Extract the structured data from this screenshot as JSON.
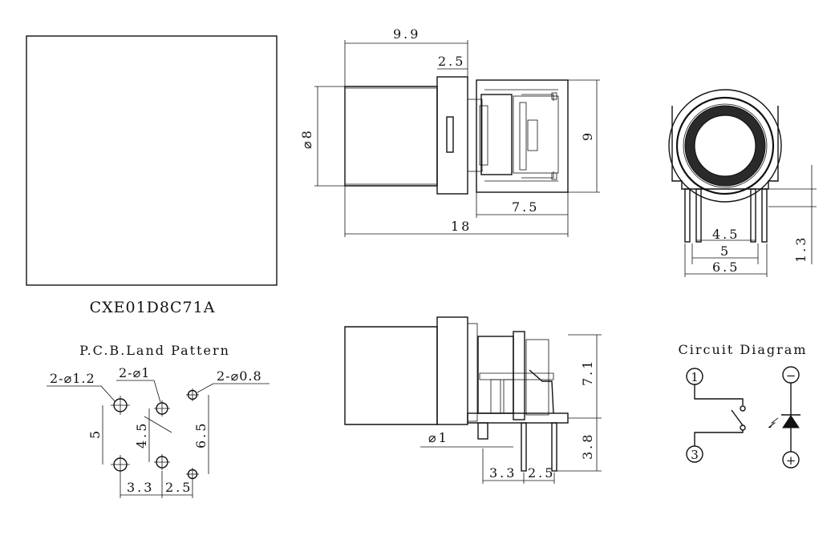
{
  "part_number": "CXE01D8C71A",
  "land_pattern": {
    "title": "P.C.B.Land Pattern",
    "holes_large": "2-⌀1.2",
    "holes_mid": "2-⌀1",
    "holes_small": "2-⌀0.8",
    "dim_5": "5",
    "dim_4_5": "4.5",
    "dim_6_5": "6.5",
    "dim_3_3": "3.3",
    "dim_2_5": "2.5"
  },
  "side_view": {
    "width_9_9": "9.9",
    "width_2_5": "2.5",
    "dia_8": "⌀8",
    "height_9": "9",
    "width_7_5": "7.5",
    "length_18": "18"
  },
  "front_view": {
    "dim_4_5": "4.5",
    "dim_5": "5",
    "dim_6_5": "6.5",
    "dim_1_3": "1.3"
  },
  "bottom_view": {
    "dia_1": "⌀1",
    "height_7_1": "7.1",
    "height_3_8": "3.8",
    "dim_3_3": "3.3",
    "dim_2_5": "2.5"
  },
  "circuit": {
    "title": "Circuit Diagram",
    "pin1": "1",
    "pin3": "3",
    "minus": "−",
    "plus": "+"
  },
  "icons": [
    "switch-symbol-icon",
    "led-symbol-icon"
  ]
}
